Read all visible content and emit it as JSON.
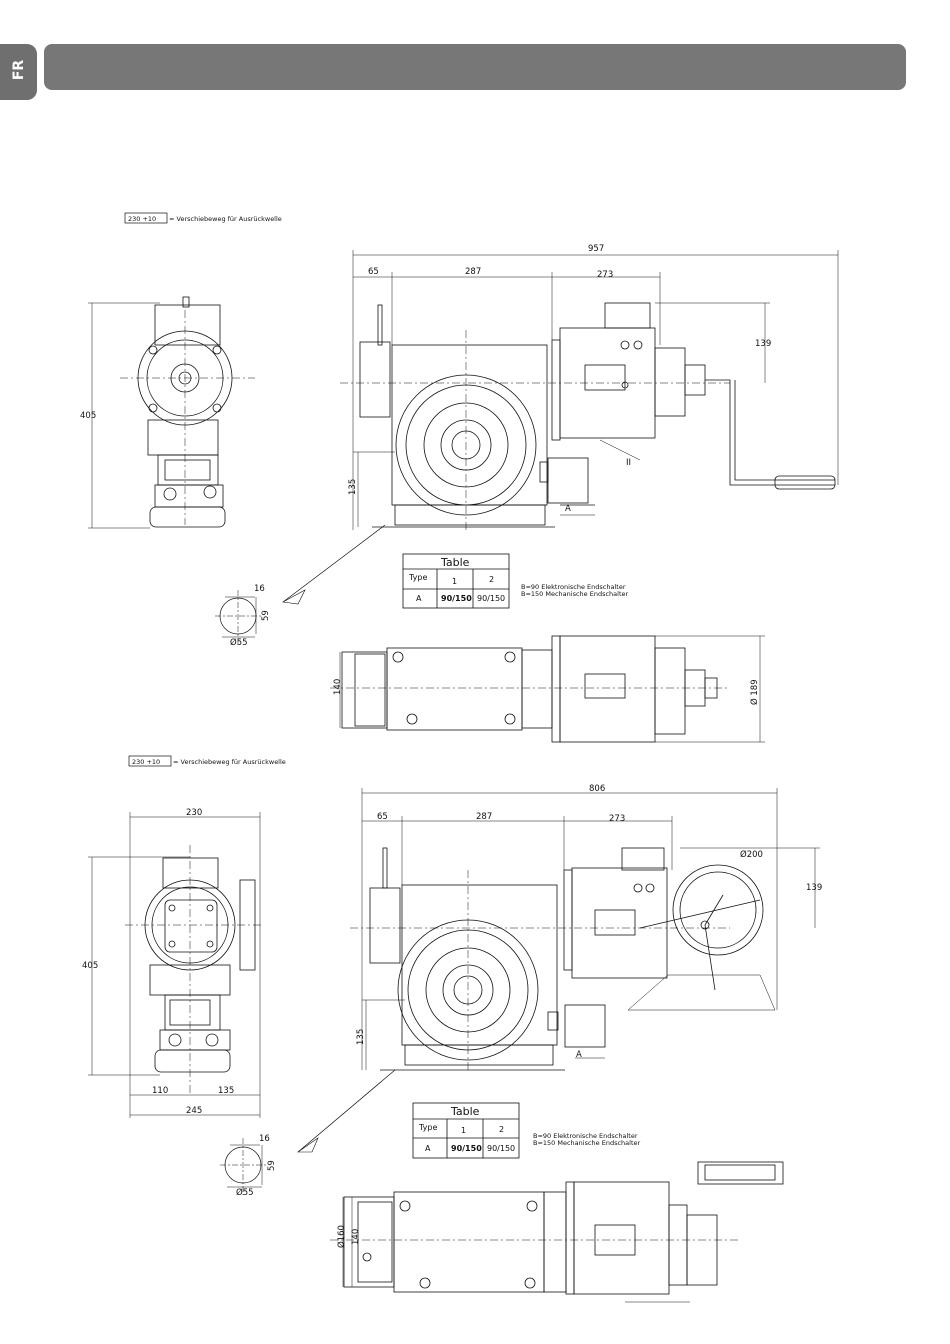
{
  "page": {
    "lang_tab": "FR"
  },
  "top_drawing": {
    "legend_box": "230 +10",
    "legend_text": "= Verschiebeweg für Ausrückwelle",
    "dims": {
      "overall": "957",
      "d65": "65",
      "d287": "287",
      "d273": "273",
      "d139": "139",
      "d405": "405",
      "d135": "135",
      "d16": "16",
      "d59": "59",
      "d55": "Ø55",
      "d140": "140",
      "d189": "Ø 189",
      "label_a": "A",
      "label_ii": "II"
    },
    "table": {
      "title": "Table",
      "col_type": "Type",
      "col1": "1",
      "col2": "2",
      "row_label": "A",
      "v1": "90/150",
      "v2": "90/150"
    },
    "notes": {
      "n1": "B=90 Elektronische Endschalter",
      "n2": "B=150 Mechanische Endschalter"
    }
  },
  "bottom_drawing": {
    "legend_box": "230 +10",
    "legend_text": "= Verschiebeweg für Ausrückwelle",
    "dims": {
      "overall": "806",
      "d65": "65",
      "d287": "287",
      "d273": "273",
      "d200": "Ø200",
      "d139": "139",
      "d230": "230",
      "d405": "405",
      "d135": "135",
      "d110": "110",
      "d135b": "135",
      "d245": "245",
      "d16": "16",
      "d59": "59",
      "d55": "Ø55",
      "d160": "Ø160",
      "d140": "140",
      "label_a": "A"
    },
    "table": {
      "title": "Table",
      "col_type": "Type",
      "col1": "1",
      "col2": "2",
      "row_label": "A",
      "v1": "90/150",
      "v2": "90/150"
    },
    "notes": {
      "n1": "B=90 Elektronische Endschalter",
      "n2": "B=150 Mechanische Endschalter"
    }
  }
}
